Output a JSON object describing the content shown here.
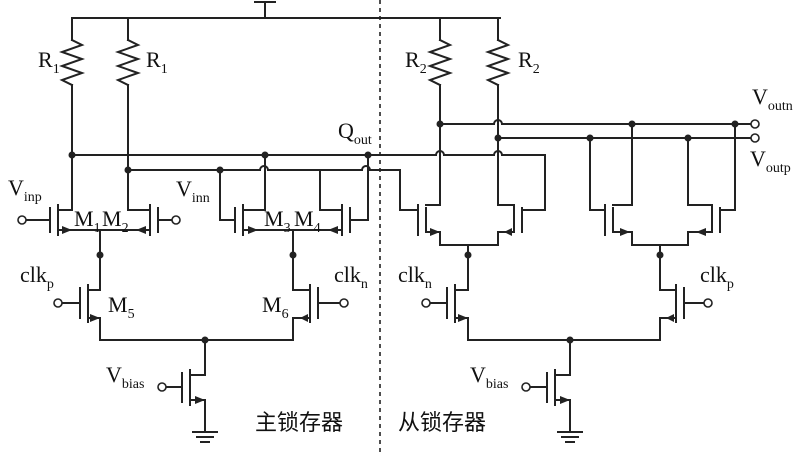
{
  "labels": {
    "r1_left": "R",
    "r1_left_sub": "1",
    "r1_right": "R",
    "r1_right_sub": "1",
    "r2_left": "R",
    "r2_left_sub": "2",
    "r2_right": "R",
    "r2_right_sub": "2",
    "q_out": "Q",
    "q_out_sub": "out",
    "v_inp": "V",
    "v_inp_sub": "inp",
    "v_inn": "V",
    "v_inn_sub": "inn",
    "v_outn": "V",
    "v_outn_sub": "outn",
    "v_outp": "V",
    "v_outp_sub": "outp",
    "m1": "M",
    "m1_sub": "1",
    "m2": "M",
    "m2_sub": "2",
    "m3": "M",
    "m3_sub": "3",
    "m4": "M",
    "m4_sub": "4",
    "m5": "M",
    "m5_sub": "5",
    "m6": "M",
    "m6_sub": "6",
    "clk_p_left": "clk",
    "clk_p_left_sub": "p",
    "clk_n_mid": "clk",
    "clk_n_mid_sub": "n",
    "clk_n_slave": "clk",
    "clk_n_slave_sub": "n",
    "clk_p_right": "clk",
    "clk_p_right_sub": "p",
    "v_bias_left": "V",
    "v_bias_left_sub": "bias",
    "v_bias_right": "V",
    "v_bias_right_sub": "bias",
    "master_latch": "主锁存器",
    "slave_latch": "从锁存器"
  }
}
